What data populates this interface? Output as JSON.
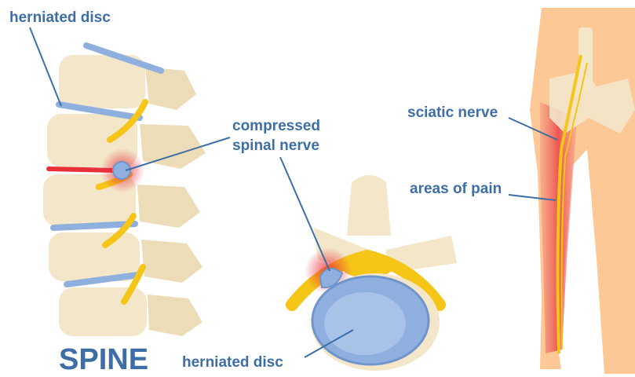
{
  "labels": {
    "herniated_disc_top": "herniated disc",
    "compressed_line1": "compressed",
    "compressed_line2": "spinal nerve",
    "sciatic_nerve": "sciatic nerve",
    "areas_of_pain": "areas of pain",
    "herniated_disc_bottom": "herniated disc",
    "spine_title": "SPINE"
  },
  "colors": {
    "label_blue": "#3d6fa6",
    "bone": "#f3e6c9",
    "disc": "#8fb0de",
    "nerve": "#f5c518",
    "pain": "#e8303a",
    "skin": "#fbc896"
  }
}
